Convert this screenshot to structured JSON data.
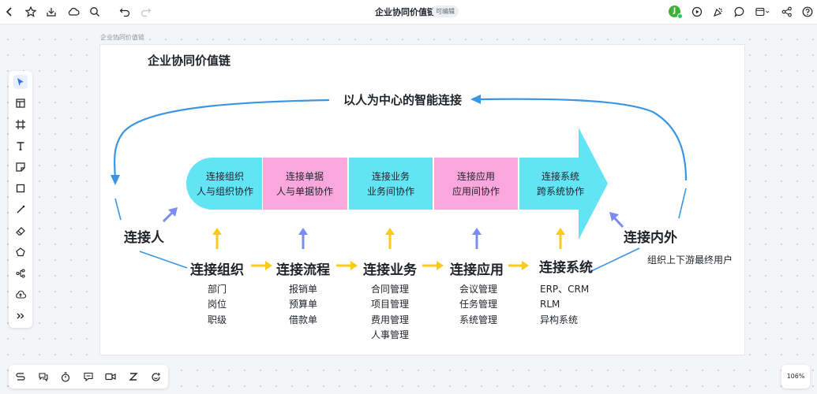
{
  "toolbar": {
    "doc_title": "企业协同价值链",
    "badge": "可编辑",
    "avatar_letter": "J"
  },
  "frame_label": "企业协同价值链",
  "zoom": "106%",
  "colors": {
    "cyan": "#62e4f4",
    "pink": "#fba7de",
    "arrow_blue": "#3a95e4",
    "up_yellow": "#fbcb18",
    "up_blue": "#7b8cf4"
  },
  "diagram": {
    "title": "企业协同价值链",
    "loop_label": "以人为中心的智能连接",
    "left_node": "连接人",
    "right_node": "连接内外",
    "right_sub": "组织上下游最终用户",
    "band": [
      {
        "line1": "连接组织",
        "line2": "人与组织协作",
        "color": "cyan"
      },
      {
        "line1": "连接单据",
        "line2": "人与单据协作",
        "color": "pink"
      },
      {
        "line1": "连接业务",
        "line2": "业务间协作",
        "color": "cyan"
      },
      {
        "line1": "连接应用",
        "line2": "应用间协作",
        "color": "pink"
      },
      {
        "line1": "连接系统",
        "line2": "跨系统协作",
        "color": "cyan"
      }
    ],
    "stages": [
      {
        "title": "连接组织",
        "items": [
          "部门",
          "岗位",
          "职级"
        ]
      },
      {
        "title": "连接流程",
        "items": [
          "报销单",
          "预算单",
          "借款单"
        ]
      },
      {
        "title": "连接业务",
        "items": [
          "合同管理",
          "项目管理",
          "费用管理",
          "人事管理"
        ]
      },
      {
        "title": "连接应用",
        "items": [
          "会议管理",
          "任务管理",
          "系统管理"
        ]
      },
      {
        "title": "连接系统",
        "items": [
          "ERP、CRM",
          "RLM",
          "异构系统"
        ]
      }
    ]
  }
}
